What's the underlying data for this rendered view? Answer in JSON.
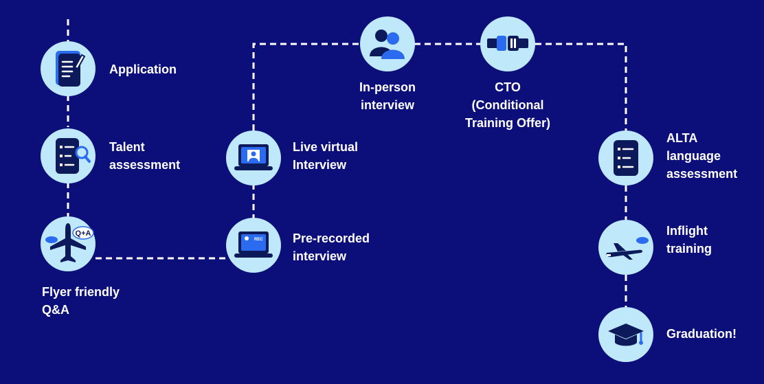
{
  "steps": {
    "application": {
      "label_lines": [
        "Application"
      ]
    },
    "talent": {
      "label_lines": [
        "Talent",
        "assessment"
      ]
    },
    "flyer_qa": {
      "label_lines": [
        "Flyer friendly",
        "Q&A"
      ],
      "badge": "Q+A"
    },
    "prerecorded": {
      "label_lines": [
        "Pre-recorded",
        "interview"
      ],
      "badge": "REC"
    },
    "live_virtual": {
      "label_lines": [
        "Live virtual",
        "Interview"
      ]
    },
    "inperson": {
      "label_lines": [
        "In-person",
        "interview"
      ]
    },
    "cto": {
      "label_lines": [
        "CTO",
        "(Conditional",
        "Training Offer)"
      ]
    },
    "alta": {
      "label_lines": [
        "ALTA",
        "language",
        "assessment"
      ]
    },
    "inflight": {
      "label_lines": [
        "Inflight",
        "training"
      ]
    },
    "graduation": {
      "label_lines": [
        "Graduation!"
      ]
    }
  },
  "colors": {
    "background": "#0c0f7a",
    "circle": "#bfe9fb",
    "icon_dark": "#0c1a5c",
    "icon_accent": "#2a6bf0",
    "path": "#ffffff"
  }
}
